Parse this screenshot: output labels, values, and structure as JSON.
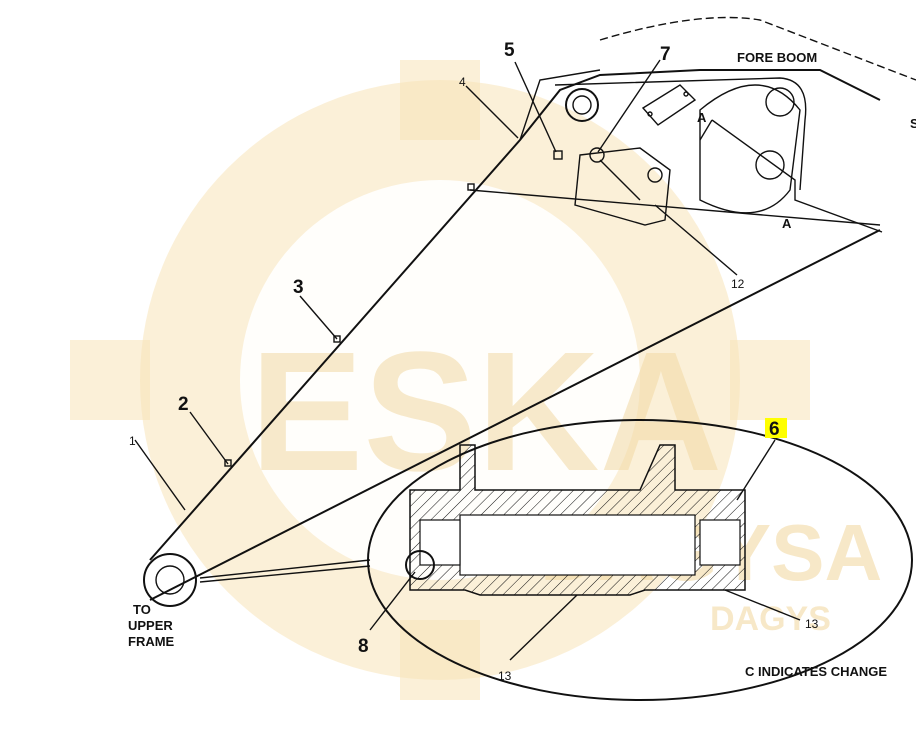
{
  "watermark": {
    "brand": "ESKA",
    "sub": "DAGYSA",
    "sub2": "DAGYS"
  },
  "labels": {
    "fore_boom": "FORE BOOM",
    "to_upper_frame_1": "TO",
    "to_upper_frame_2": "UPPER",
    "to_upper_frame_3": "FRAME",
    "section_a_top": "A",
    "section_a_bottom": "A",
    "change_note": "C INDICATES CHANGE",
    "edge_mark": "S"
  },
  "callouts": {
    "c1": "1",
    "c2": "2",
    "c3": "3",
    "c4": "4",
    "c5": "5",
    "c6": "6",
    "c7": "7",
    "c8": "8",
    "c12": "12",
    "c13a": "13",
    "c13b": "13"
  },
  "colors": {
    "watermark": "#f7e3b8",
    "highlight": "#ffff00",
    "line": "#111111"
  }
}
